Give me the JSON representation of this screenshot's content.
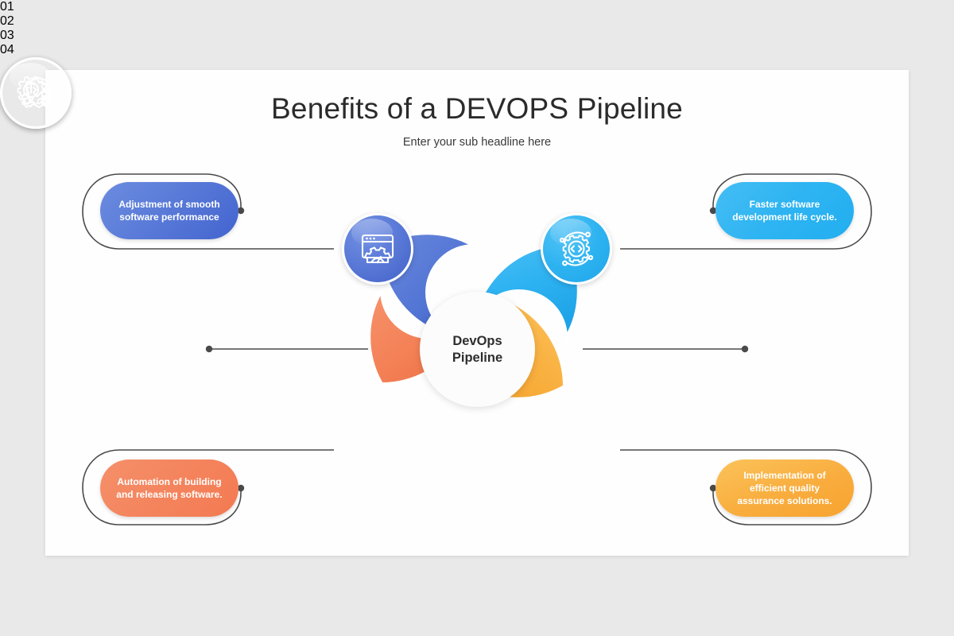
{
  "slide": {
    "title": "Benefits of a DEVOPS Pipeline",
    "subtitle": "Enter your sub headline here",
    "background_color": "#e9e9e9",
    "canvas_color": "#fefefe"
  },
  "center": {
    "line1": "DevOps",
    "line2": "Pipeline"
  },
  "items": [
    {
      "number": "01",
      "label": "Adjustment of smooth software performance",
      "label_lines": [
        "Adjustment of smooth",
        "software performance"
      ],
      "color": "#4364cf",
      "icon": "browser-gauge-icon",
      "position": "top-left"
    },
    {
      "number": "02",
      "label": "Faster software development life cycle.",
      "label_lines": [
        "Faster software",
        "development life cycle."
      ],
      "color": "#22aef0",
      "icon": "gear-code-network-icon",
      "position": "top-right"
    },
    {
      "number": "03",
      "label": "Implementation of efficient quality assurance solutions.",
      "label_lines": [
        "Implementation of",
        "efficient quality",
        "assurance solutions."
      ],
      "color": "#f7a32f",
      "icon": "shield-check-gear-icon",
      "position": "bottom-right"
    },
    {
      "number": "04",
      "label": "Automation of building and releasing software.",
      "label_lines": [
        "Automation of building",
        "and releasing software."
      ],
      "color": "#f37a52",
      "icon": "gear-code-arrows-icon",
      "position": "bottom-left"
    }
  ],
  "connectors": {
    "line_color": "#4a4a4a",
    "dot_color": "#4a4a4a"
  }
}
